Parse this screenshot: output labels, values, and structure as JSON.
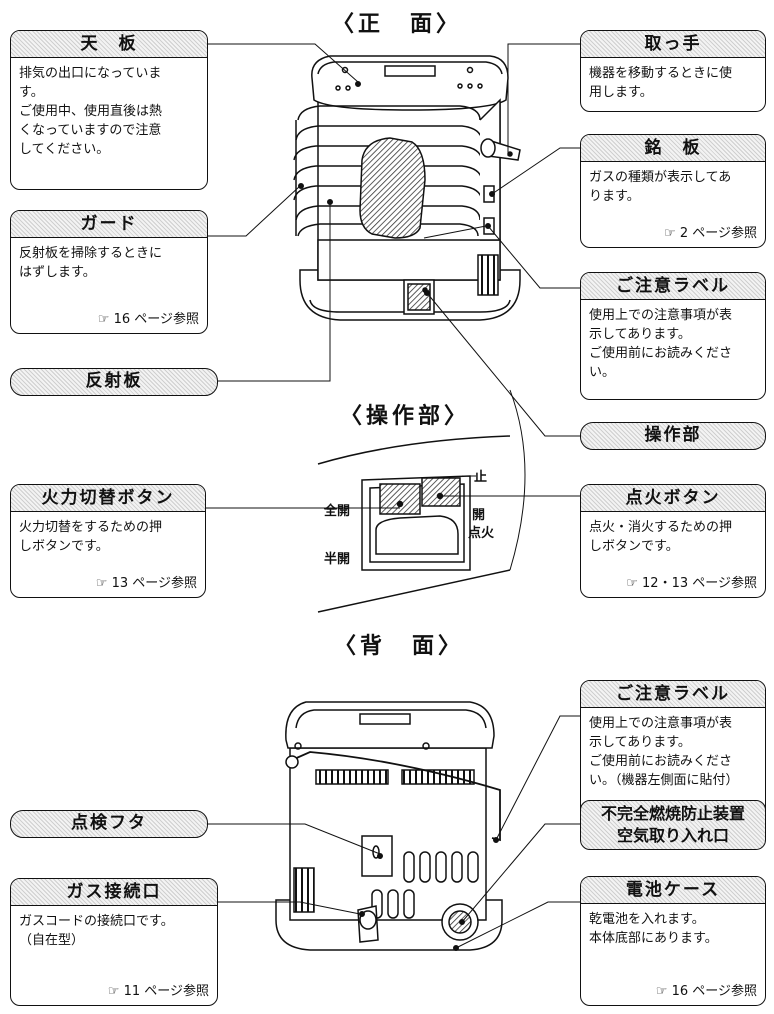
{
  "titles": {
    "front": "〈正　面〉",
    "control": "〈操作部〉",
    "back": "〈背　面〉"
  },
  "front": {
    "top_plate": {
      "title": "天　板",
      "body": [
        "排気の出口になっていま",
        "す。",
        "ご使用中、使用直後は熱",
        "くなっていますので注意",
        "してください。"
      ]
    },
    "guard": {
      "title": "ガード",
      "body": [
        "反射板を掃除するときに",
        "はずします。"
      ],
      "ref": "16 ページ参照"
    },
    "reflector": {
      "title": "反射板"
    },
    "handle": {
      "title": "取っ手",
      "body": [
        "機器を移動するときに使",
        "用します。"
      ]
    },
    "nameplate": {
      "title": "銘　板",
      "body": [
        "ガスの種類が表示してあ",
        "ります。"
      ],
      "ref": "2 ページ参照"
    },
    "caution_label": {
      "title": "ご注意ラベル",
      "body": [
        "使用上での注意事項が表",
        "示してあります。",
        "ご使用前にお読みくださ",
        "い。"
      ]
    },
    "control_panel": {
      "title": "操作部"
    }
  },
  "control": {
    "power_switch": {
      "title": "火力切替ボタン",
      "body": [
        "火力切替をするための押",
        "しボタンです。"
      ],
      "ref": "13 ページ参照"
    },
    "ignition": {
      "title": "点火ボタン",
      "body": [
        "点火・消火するための押",
        "しボタンです。"
      ],
      "ref": "12・13 ページ参照"
    },
    "marks": {
      "full": "全開",
      "half": "半開",
      "stop": "止",
      "open": "開",
      "ignite": "点火"
    }
  },
  "back": {
    "inspection_lid": {
      "title": "点検フタ"
    },
    "gas_inlet": {
      "title": "ガス接続口",
      "body": [
        "ガスコードの接続口です。",
        "（自在型）"
      ],
      "ref": "11 ページ参照"
    },
    "caution_label": {
      "title": "ご注意ラベル",
      "body": [
        "使用上での注意事項が表",
        "示してあります。",
        "ご使用前にお読みくださ",
        "い。（機器左側面に貼付）"
      ]
    },
    "air_intake": {
      "title_lines": [
        "不完全燃焼防止装置",
        "空気取り入れ口"
      ]
    },
    "battery_case": {
      "title": "電池ケース",
      "body": [
        "乾電池を入れます。",
        "本体底部にあります。"
      ],
      "ref": "16 ページ参照"
    }
  },
  "ref_icon": "pointing-hand-icon"
}
